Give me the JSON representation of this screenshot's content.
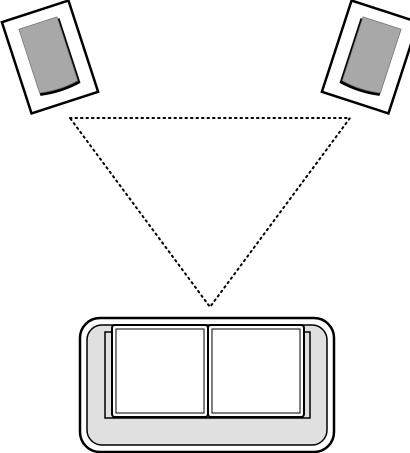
{
  "diagram": {
    "description_items": [
      "left-speaker",
      "right-speaker",
      "listening-triangle",
      "sofa"
    ],
    "colors": {
      "background": "#ffffff",
      "outline": "#000000",
      "speaker_cabinet": "#ffffff",
      "speaker_driver": "#a8a8a8",
      "speaker_driver_shadow": "#000000",
      "sofa_fill": "#e0e0e0",
      "sofa_cushion": "#ffffff",
      "dotted_line": "#000000"
    },
    "icons": {
      "left_speaker": "speaker-icon",
      "right_speaker": "speaker-icon",
      "sofa": "sofa-icon"
    }
  }
}
